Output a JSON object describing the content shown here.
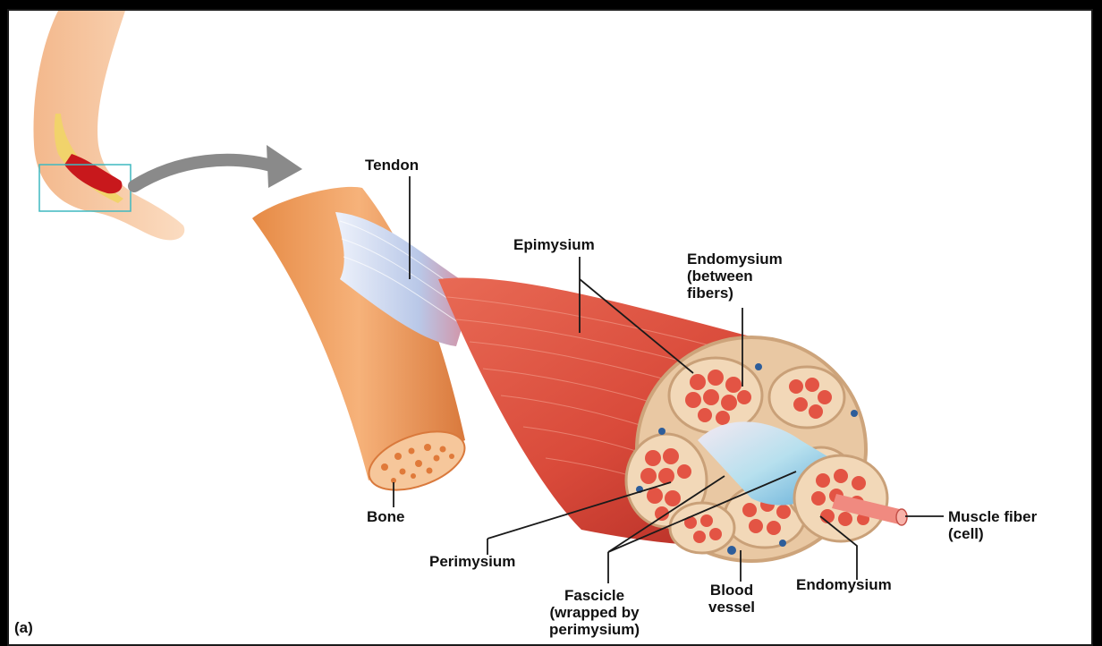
{
  "figure": {
    "panel_label": "(a)",
    "labels": {
      "tendon": "Tendon",
      "epimysium": "Epimysium",
      "endomysium_between": [
        "Endomysium",
        "(between",
        "fibers)"
      ],
      "bone": "Bone",
      "perimysium": "Perimysium",
      "fascicle": [
        "Fascicle",
        "(wrapped by",
        "perimysium)"
      ],
      "blood_vessel": [
        "Blood",
        "vessel"
      ],
      "endomysium": "Endomysium",
      "muscle_fiber": [
        "Muscle fiber",
        "(cell)"
      ]
    }
  },
  "colors": {
    "muscle": "#d94a3a",
    "muscle_dark": "#b02a24",
    "bone": "#f0a060",
    "tendon": "#c8d8f0",
    "skin": "#f7c9a3",
    "arrow": "#8a8a8a",
    "highlight_box": "#3fb9c0"
  }
}
